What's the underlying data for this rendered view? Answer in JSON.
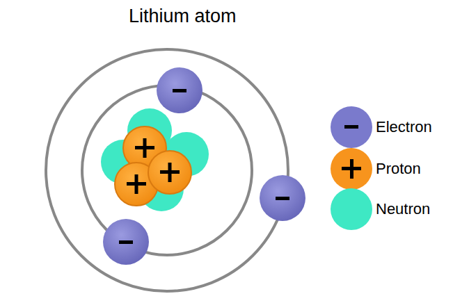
{
  "diagram": {
    "title": "Lithium atom",
    "legend": [
      {
        "text": "Electron",
        "color": "#7a7acc"
      },
      {
        "text": "Proton",
        "color": "#f7941d"
      },
      {
        "text": "Neutron",
        "color": "#3ee8c4"
      }
    ]
  }
}
